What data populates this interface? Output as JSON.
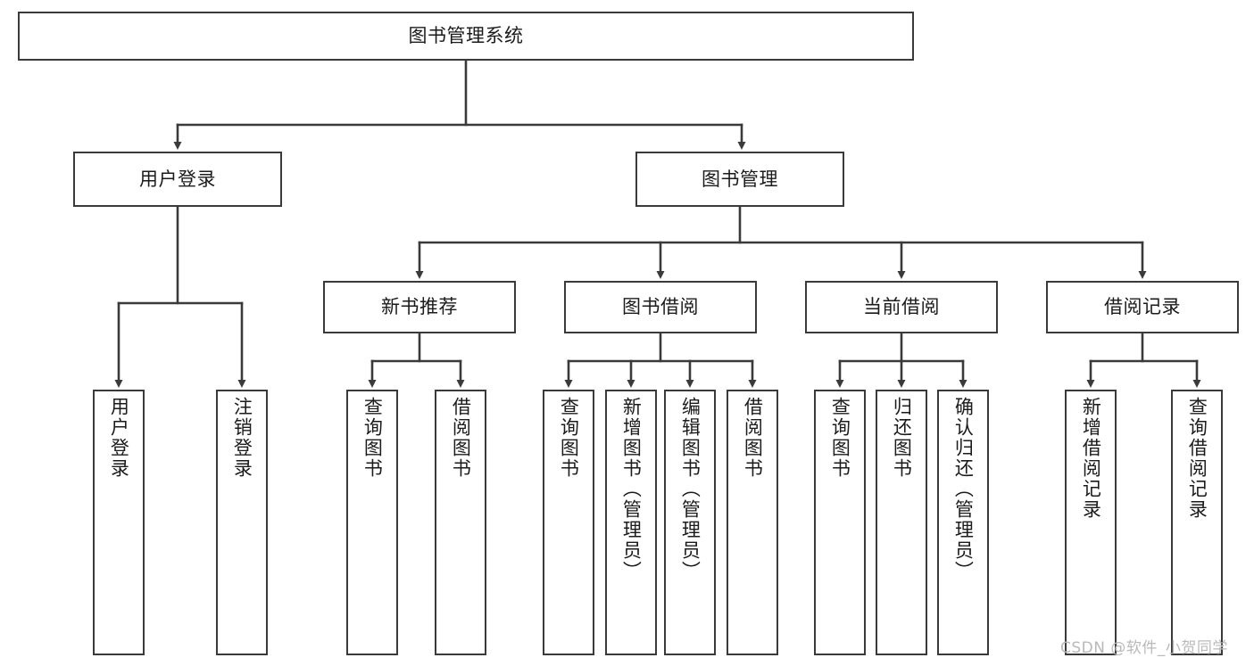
{
  "diagram": {
    "title": "图书管理系统",
    "type": "function-structure-tree",
    "orientation": "top-down",
    "line_color": "#3a3a3a",
    "box_fill": "#ffffff",
    "text_color": "#1b1b1b",
    "watermark": "CSDN @软件_小贺同学",
    "nodes": {
      "root": {
        "label": "图书管理系统",
        "level": 1
      },
      "l2": [
        {
          "id": "user-login",
          "label": "用户登录",
          "level": 2
        },
        {
          "id": "book-manage",
          "label": "图书管理",
          "level": 2
        }
      ],
      "l3": [
        {
          "id": "new-book-rec",
          "label": "新书推荐",
          "level": 3,
          "parent": "book-manage"
        },
        {
          "id": "book-borrow",
          "label": "图书借阅",
          "level": 3,
          "parent": "book-manage"
        },
        {
          "id": "current-borrow",
          "label": "当前借阅",
          "level": 3,
          "parent": "book-manage"
        },
        {
          "id": "borrow-record",
          "label": "借阅记录",
          "level": 3,
          "parent": "book-manage"
        }
      ],
      "leaves": [
        {
          "id": "leaf-user-login",
          "label": "用户登录",
          "parent": "user-login"
        },
        {
          "id": "leaf-logout",
          "label": "注销登录",
          "parent": "user-login"
        },
        {
          "id": "leaf-query-book-1",
          "label": "查询图书",
          "parent": "new-book-rec"
        },
        {
          "id": "leaf-borrow-book-1",
          "label": "借阅图书",
          "parent": "new-book-rec"
        },
        {
          "id": "leaf-query-book-2",
          "label": "查询图书",
          "parent": "book-borrow"
        },
        {
          "id": "leaf-add-book",
          "label": "新增图书（管理员）",
          "parent": "book-borrow"
        },
        {
          "id": "leaf-edit-book",
          "label": "编辑图书（管理员）",
          "parent": "book-borrow"
        },
        {
          "id": "leaf-borrow-book-2",
          "label": "借阅图书",
          "parent": "book-borrow"
        },
        {
          "id": "leaf-query-book-3",
          "label": "查询图书",
          "parent": "current-borrow"
        },
        {
          "id": "leaf-return-book",
          "label": "归还图书",
          "parent": "current-borrow"
        },
        {
          "id": "leaf-confirm-return",
          "label": "确认归还（管理员）",
          "parent": "current-borrow"
        },
        {
          "id": "leaf-add-record",
          "label": "新增借阅记录",
          "parent": "borrow-record"
        },
        {
          "id": "leaf-query-record",
          "label": "查询借阅记录",
          "parent": "borrow-record"
        }
      ]
    }
  }
}
